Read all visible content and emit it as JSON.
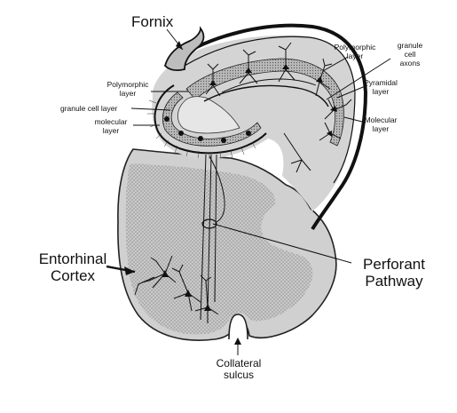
{
  "labels": {
    "fornix": "Fornix",
    "polymorphic_right": [
      "Polymorphic",
      "layer"
    ],
    "granule_axons": [
      "granule",
      "cell",
      "axons"
    ],
    "pyramidal": [
      "Pyramidal",
      "layer"
    ],
    "molecular_right": [
      "Molecular",
      "layer"
    ],
    "polymorphic_left": [
      "Polymorphic",
      "layer"
    ],
    "granule_cell_layer": "granule cell layer",
    "molecular_left": [
      "molecular",
      "layer"
    ],
    "entorhinal": [
      "Entorhinal",
      "Cortex"
    ],
    "perforant": [
      "Perforant",
      "Pathway"
    ],
    "collateral": [
      "Collateral",
      "sulcus"
    ]
  },
  "colors": {
    "tissue_fill": "#d2d2d2",
    "stipple": "#8a8a8a",
    "ink": "#111111",
    "background": "#ffffff"
  }
}
